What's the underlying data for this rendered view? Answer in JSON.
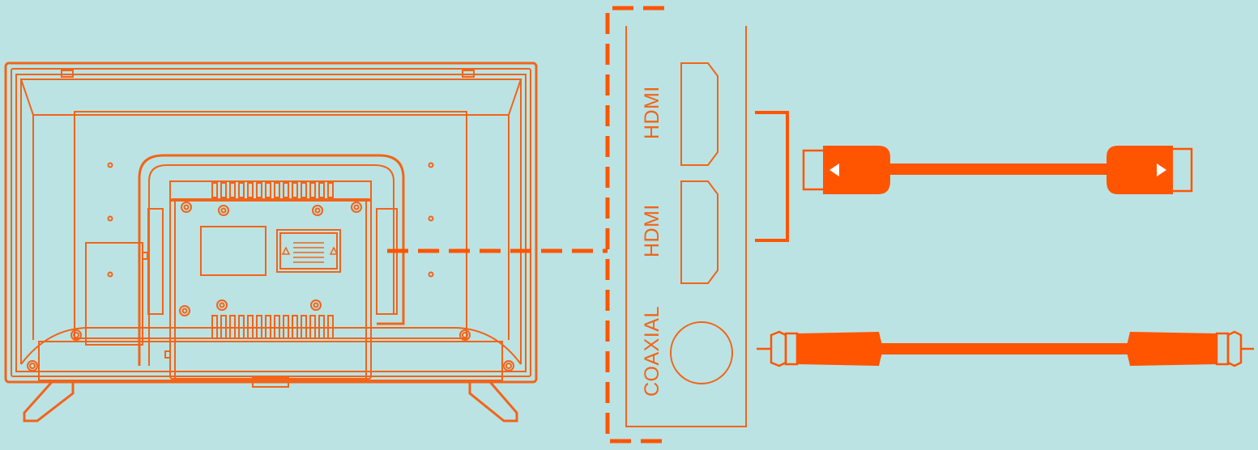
{
  "colors": {
    "background": "#bce3e3",
    "accent": "#ff5500",
    "line": "#f26419"
  },
  "ports": {
    "hdmi_1": "HDMI",
    "hdmi_2": "HDMI",
    "coaxial": "COAXIAL"
  },
  "icons": {
    "tv": "tv-back-icon",
    "hdmi_cable": "hdmi-cable-icon",
    "coax_cable": "coaxial-cable-icon"
  }
}
